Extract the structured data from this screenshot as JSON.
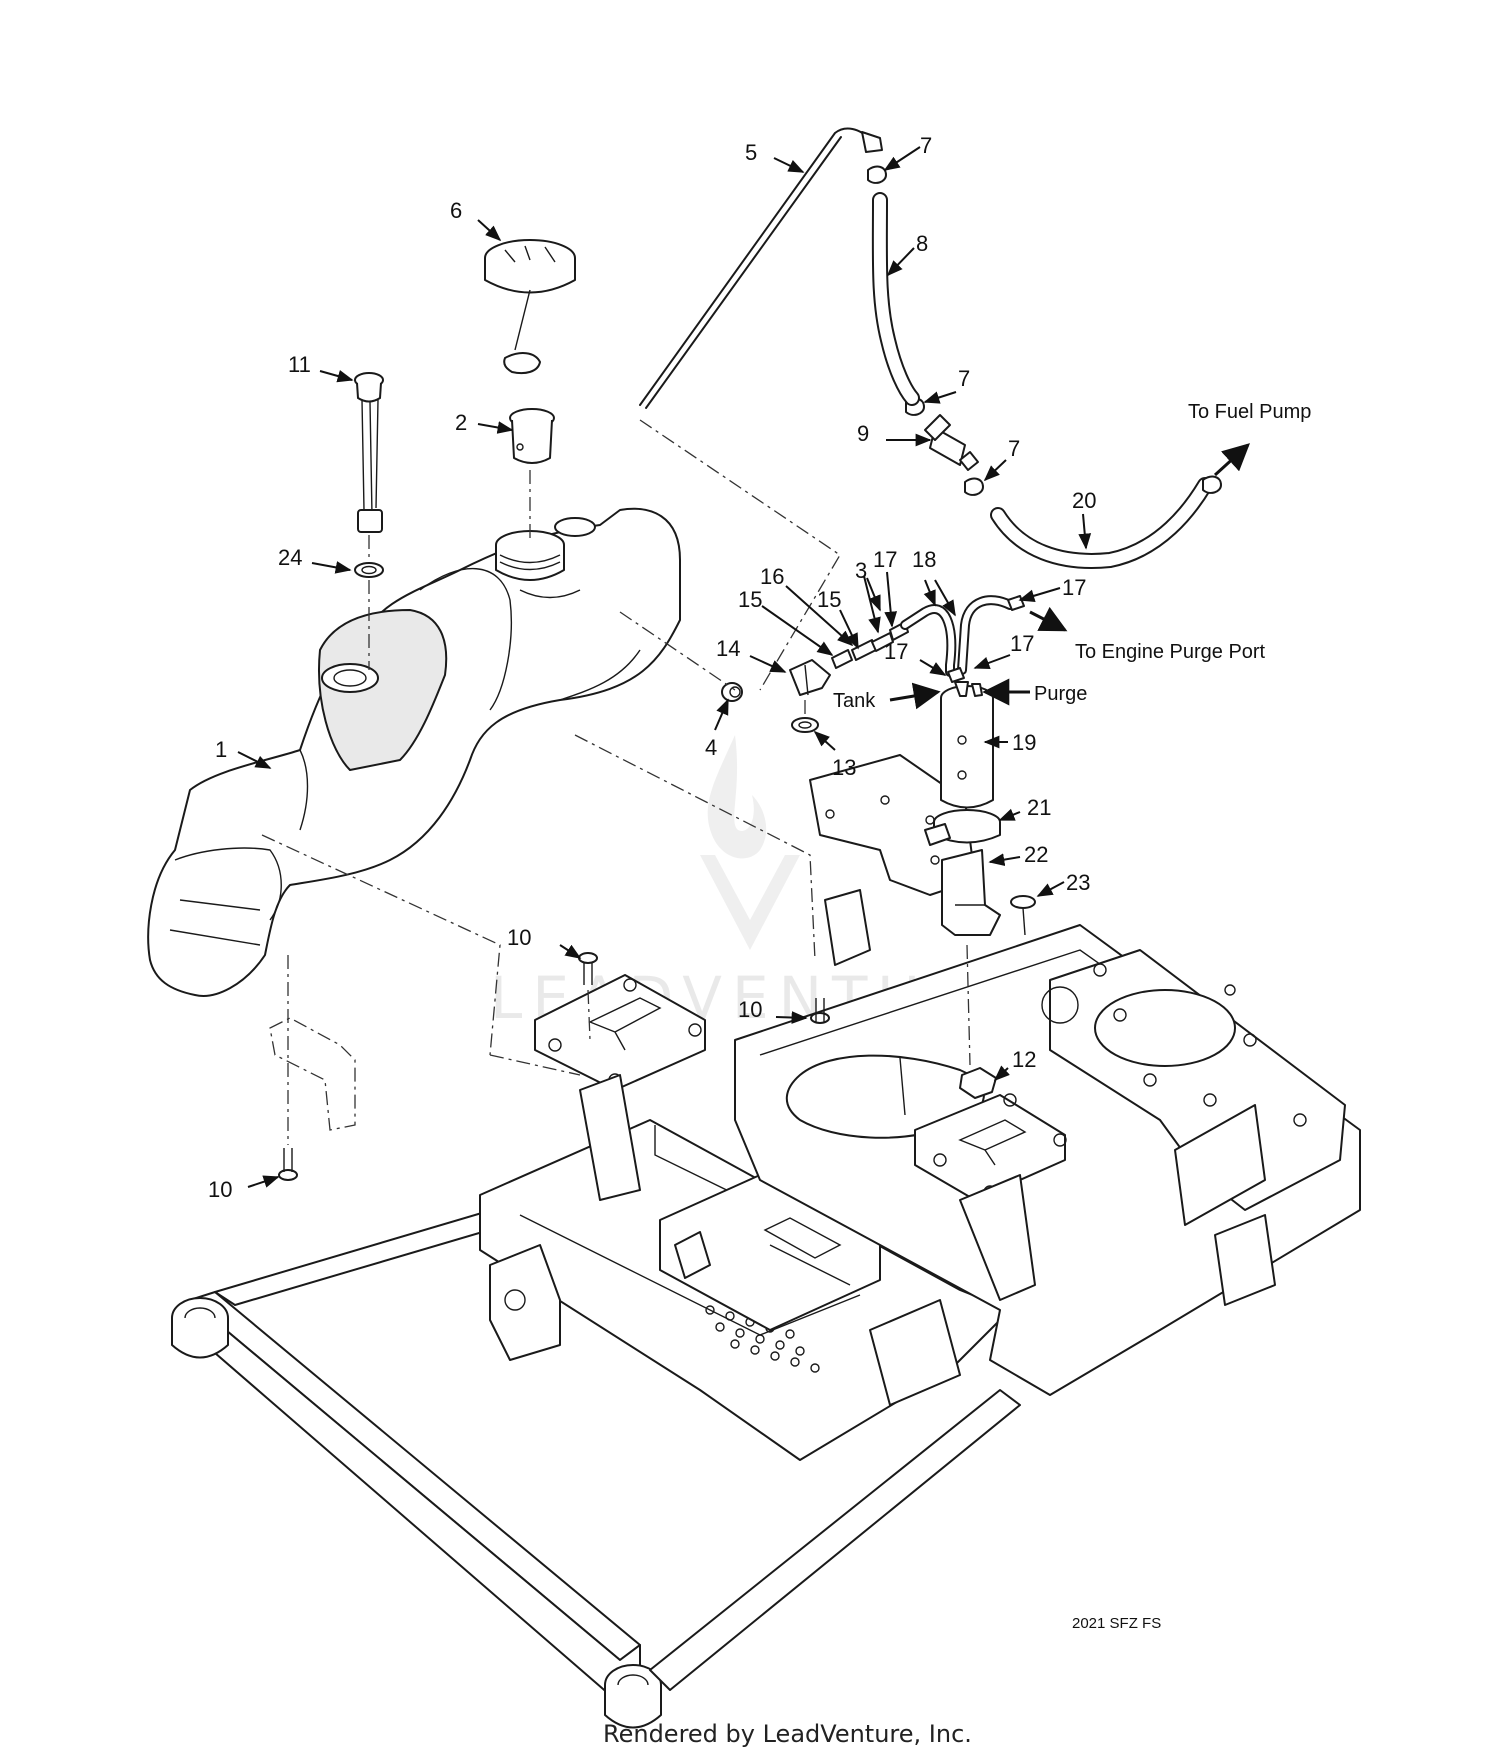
{
  "callouts": [
    {
      "id": "c1",
      "label": "1"
    },
    {
      "id": "c2",
      "label": "2"
    },
    {
      "id": "c3",
      "label": "3"
    },
    {
      "id": "c4",
      "label": "4"
    },
    {
      "id": "c5",
      "label": "5"
    },
    {
      "id": "c6",
      "label": "6"
    },
    {
      "id": "c7a",
      "label": "7"
    },
    {
      "id": "c7b",
      "label": "7"
    },
    {
      "id": "c7c",
      "label": "7"
    },
    {
      "id": "c8",
      "label": "8"
    },
    {
      "id": "c9",
      "label": "9"
    },
    {
      "id": "c10a",
      "label": "10"
    },
    {
      "id": "c10b",
      "label": "10"
    },
    {
      "id": "c10c",
      "label": "10"
    },
    {
      "id": "c11",
      "label": "11"
    },
    {
      "id": "c12",
      "label": "12"
    },
    {
      "id": "c13",
      "label": "13"
    },
    {
      "id": "c14",
      "label": "14"
    },
    {
      "id": "c15a",
      "label": "15"
    },
    {
      "id": "c15b",
      "label": "15"
    },
    {
      "id": "c16",
      "label": "16"
    },
    {
      "id": "c17a",
      "label": "17"
    },
    {
      "id": "c17b",
      "label": "17"
    },
    {
      "id": "c17c",
      "label": "17"
    },
    {
      "id": "c17d",
      "label": "17"
    },
    {
      "id": "c18",
      "label": "18"
    },
    {
      "id": "c19",
      "label": "19"
    },
    {
      "id": "c20",
      "label": "20"
    },
    {
      "id": "c21",
      "label": "21"
    },
    {
      "id": "c22",
      "label": "22"
    },
    {
      "id": "c23",
      "label": "23"
    },
    {
      "id": "c24",
      "label": "24"
    }
  ],
  "notes": {
    "to_fuel_pump": "To Fuel Pump",
    "to_engine_purge_port": "To Engine Purge Port",
    "tank": "Tank",
    "purge": "Purge"
  },
  "diagram_code": "2021 SFZ FS",
  "watermark": "LEADVENTURE",
  "footer": "Rendered by LeadVenture, Inc."
}
